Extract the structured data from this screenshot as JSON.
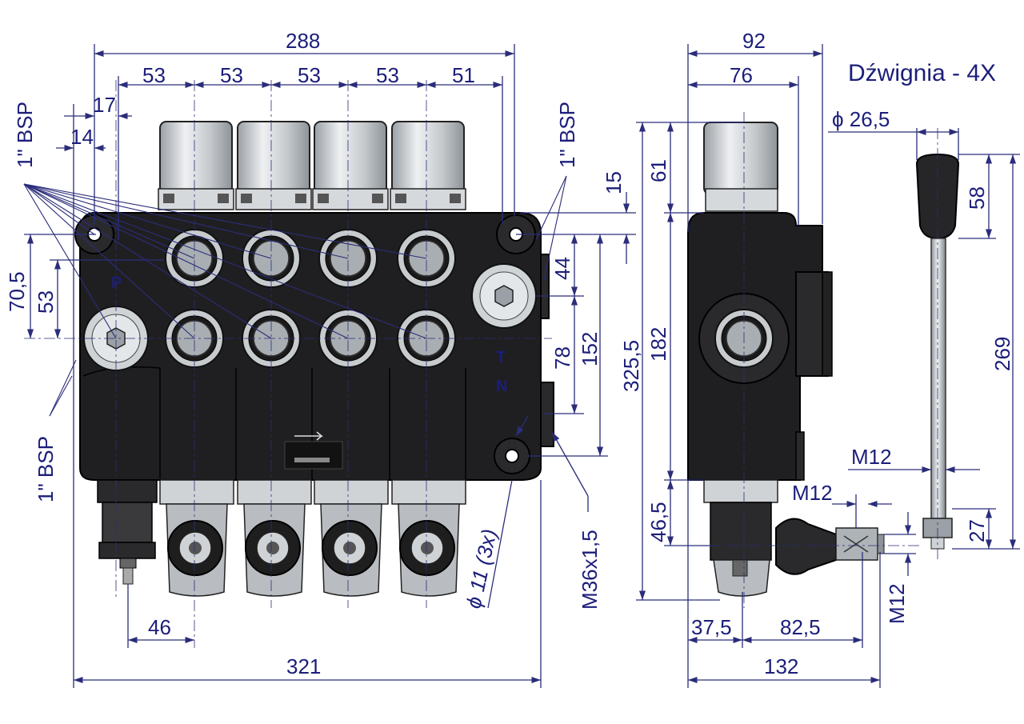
{
  "title": "Dźwignia - 4X",
  "dimensions": {
    "overall_top": "288",
    "spacing": [
      "53",
      "53",
      "53",
      "53",
      "51"
    ],
    "d17": "17",
    "d14": "14",
    "d15": "15",
    "d44": "44",
    "d70_5": "70,5",
    "d53_left": "53",
    "d78": "78",
    "d152": "152",
    "d325_5": "325,5",
    "d46": "46",
    "d321": "321",
    "hole": "ϕ 11  (3x)",
    "thread_m36": "M36x1,5",
    "side_92": "92",
    "side_76": "76",
    "side_61": "61",
    "side_182": "182",
    "side_46_5": "46,5",
    "side_37_5": "37,5",
    "side_82_5": "82,5",
    "side_132": "132",
    "m12_a": "M12",
    "m12_b": "M12",
    "m12_c": "M12",
    "lever_dia": "ϕ 26,5",
    "lever_58": "58",
    "lever_269": "269",
    "lever_27": "27"
  },
  "labels": {
    "bsp_top_left": "1\" BSP",
    "bsp_top_right": "1\" BSP",
    "bsp_bottom_left": "1\" BSP",
    "port_p": "P",
    "port_t": "T",
    "port_n": "N"
  },
  "colors": {
    "dimension": "#1c1e7a",
    "body": "#1f1f21",
    "metal": "#cfd3d6"
  }
}
